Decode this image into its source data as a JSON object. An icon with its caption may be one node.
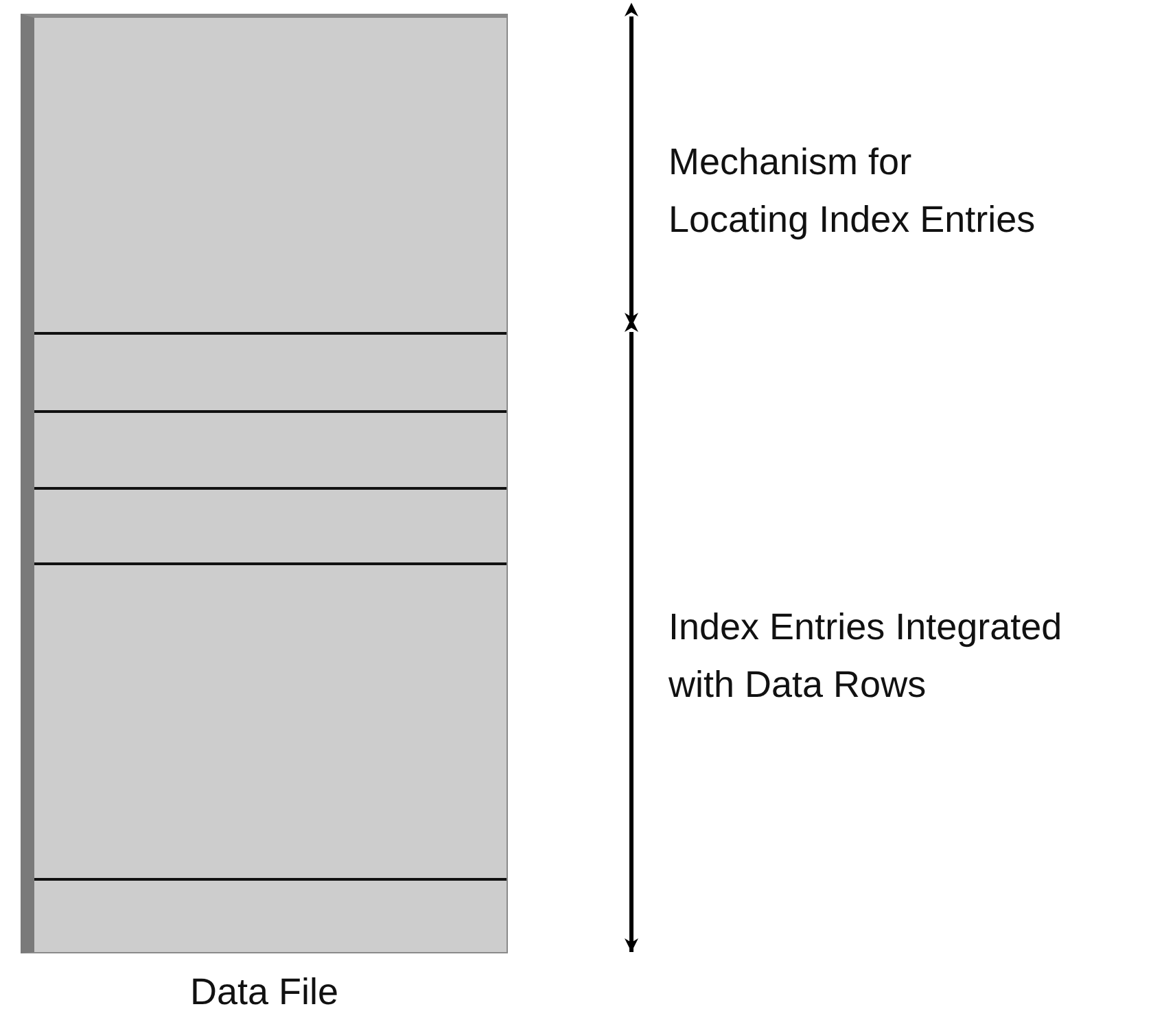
{
  "diagram": {
    "nodes": [
      {
        "text": [],
        "shape": "box",
        "beside": [
          "Data File"
        ]
      }
    ],
    "labels": [
      "Mechanism for Locating Index Entries",
      "Index Entries Integrated with Data Rows"
    ]
  }
}
